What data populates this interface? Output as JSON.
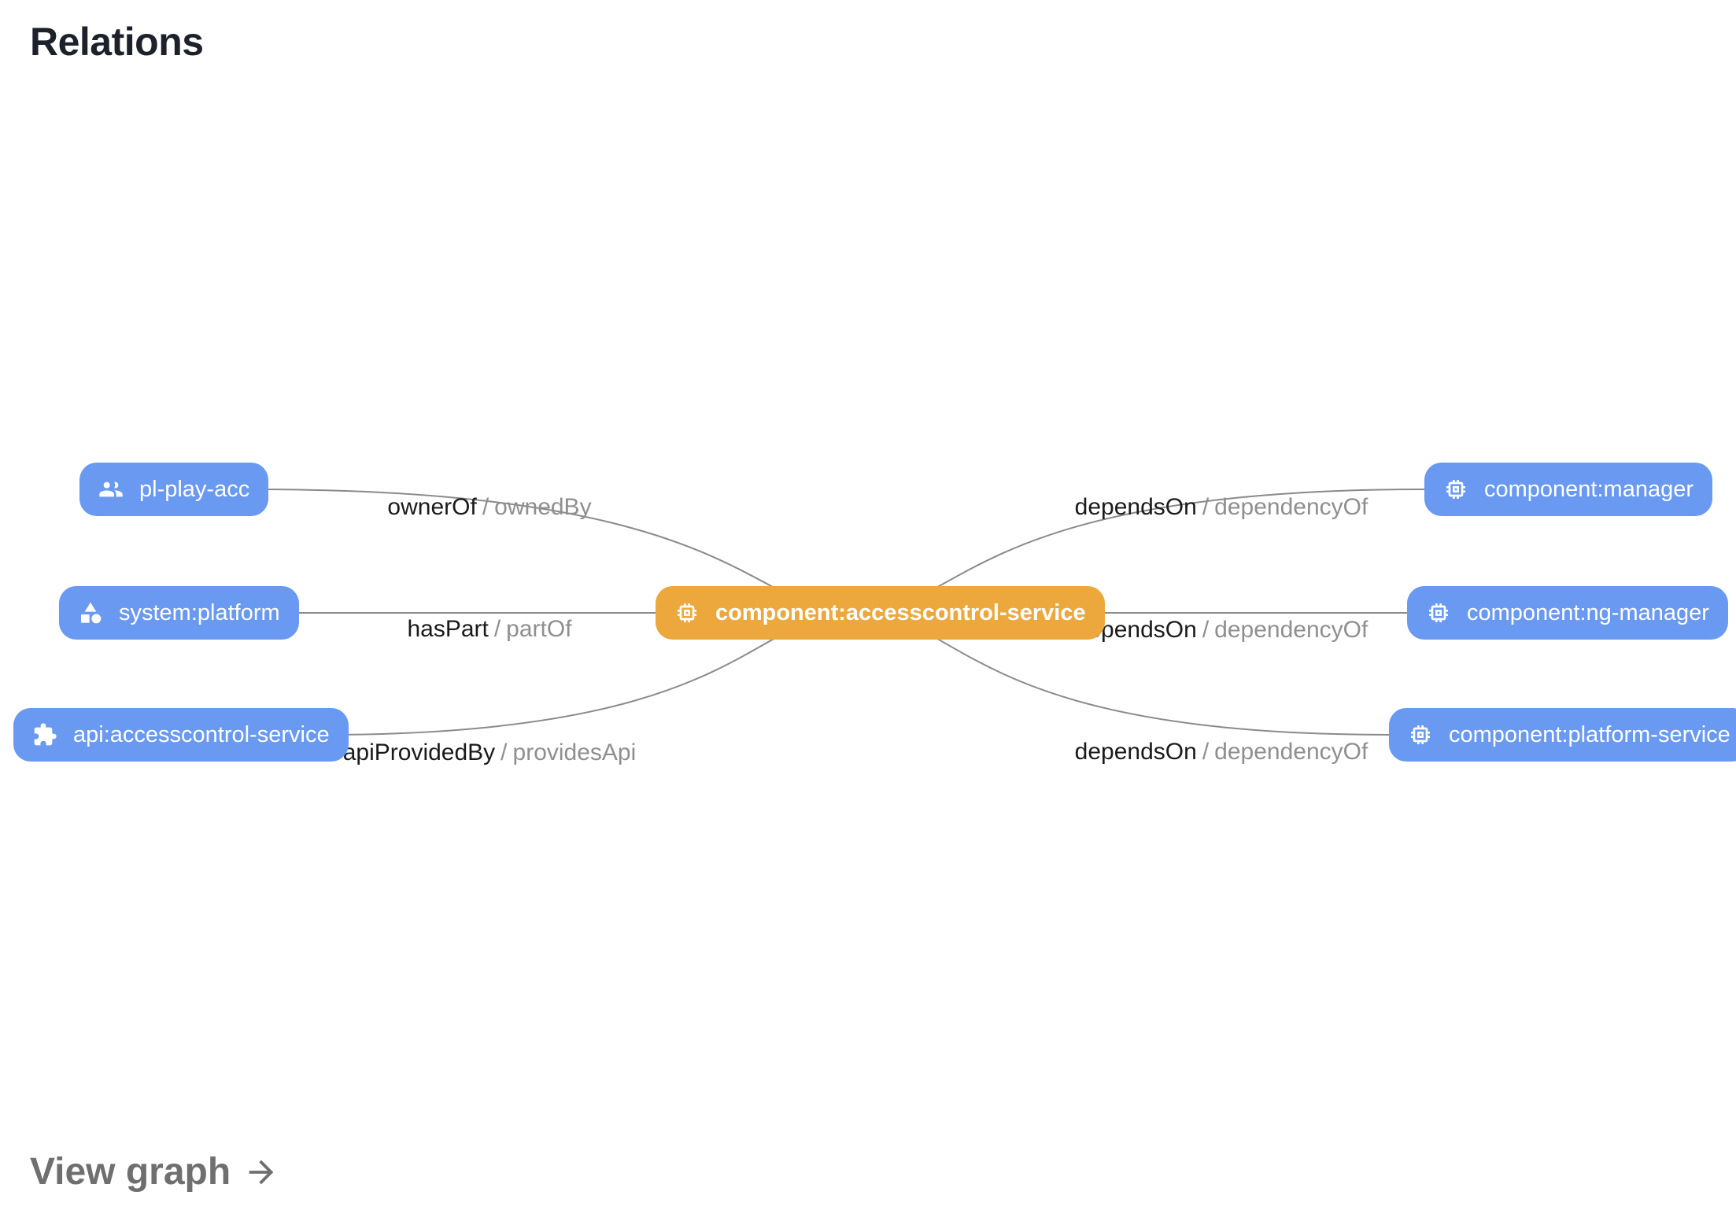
{
  "card": {
    "title": "Relations",
    "view_graph_label": "View graph"
  },
  "colors": {
    "node_blue": "#6999F0",
    "node_orange": "#ECA83D",
    "edge_line": "#8A8A8A",
    "relation_label_primary": "#1A1A1A",
    "relation_label_secondary": "#8F8F8F"
  },
  "graph": {
    "center_node": {
      "label": "component:accesscontrol-service",
      "icon": "memory-chip-icon"
    },
    "nodes_left": [
      {
        "label": "pl-play-acc",
        "icon": "people-icon"
      },
      {
        "label": "system:platform",
        "icon": "category-shapes-icon"
      },
      {
        "label": "api:accesscontrol-service",
        "icon": "puzzle-extension-icon"
      }
    ],
    "nodes_right": [
      {
        "label": "component:manager",
        "icon": "memory-chip-icon"
      },
      {
        "label": "component:ng-manager",
        "icon": "memory-chip-icon"
      },
      {
        "label": "component:platform-service",
        "icon": "memory-chip-icon"
      }
    ],
    "relations_left": [
      {
        "source": "pl-play-acc",
        "target": "component:accesscontrol-service",
        "primary": "ownerOf",
        "separator": "/",
        "secondary": "ownedBy"
      },
      {
        "source": "system:platform",
        "target": "component:accesscontrol-service",
        "primary": "hasPart",
        "separator": "/",
        "secondary": "partOf"
      },
      {
        "source": "api:accesscontrol-service",
        "target": "component:accesscontrol-service",
        "primary": "apiProvidedBy",
        "separator": "/",
        "secondary": "providesApi"
      }
    ],
    "relations_right": [
      {
        "source": "component:accesscontrol-service",
        "target": "component:manager",
        "primary": "dependsOn",
        "separator": "/",
        "secondary": "dependencyOf"
      },
      {
        "source": "component:accesscontrol-service",
        "target": "component:ng-manager",
        "primary": "dependsOn",
        "separator": "/",
        "secondary": "dependencyOf"
      },
      {
        "source": "component:accesscontrol-service",
        "target": "component:platform-service",
        "primary": "dependsOn",
        "separator": "/",
        "secondary": "dependencyOf"
      }
    ]
  }
}
